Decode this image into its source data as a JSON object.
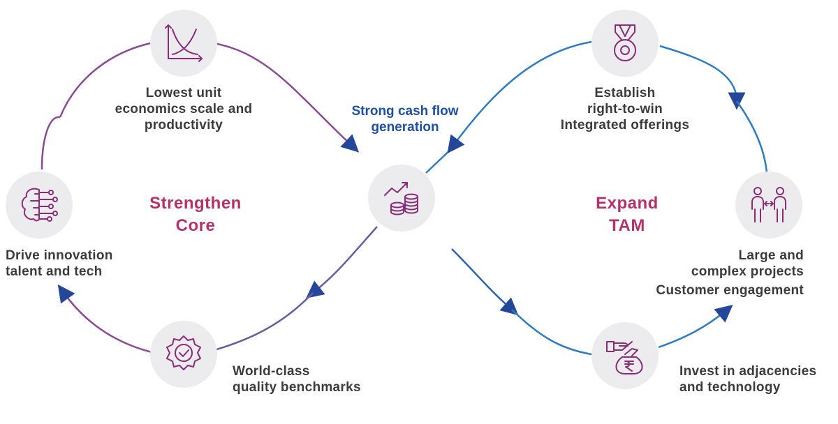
{
  "colors": {
    "core": "#8a4a94",
    "tam": "#2e7bbf",
    "arrow": "#24479a",
    "section": "#b5316a",
    "icon": "#8a2c77"
  },
  "center": {
    "title_lines": [
      "Strong cash flow",
      "generation"
    ],
    "icon": "cash-growth-icon"
  },
  "left_section": {
    "lines": [
      "Strengthen",
      "Core"
    ]
  },
  "right_section": {
    "lines": [
      "Expand",
      "TAM"
    ]
  },
  "nodes": {
    "unit_economics": {
      "icon": "decline-curve-chart-icon",
      "lines": [
        "Lowest unit",
        "economics scale and",
        "productivity"
      ]
    },
    "innovation": {
      "icon": "brain-circuit-icon",
      "lines": [
        "Drive innovation",
        "talent and tech"
      ]
    },
    "quality": {
      "icon": "quality-badge-icon",
      "lines": [
        "World-class",
        "quality benchmarks"
      ]
    },
    "right_to_win": {
      "icon": "medal-icon",
      "lines": [
        "Establish",
        "right-to-win",
        "Integrated offerings"
      ]
    },
    "projects": {
      "icon": "people-collaboration-icon",
      "lines": [
        "Large and",
        "complex projects",
        "Customer engagement"
      ]
    },
    "invest": {
      "icon": "rupee-money-bag-icon",
      "lines": [
        "Invest in adjacencies",
        "and technology"
      ]
    }
  }
}
